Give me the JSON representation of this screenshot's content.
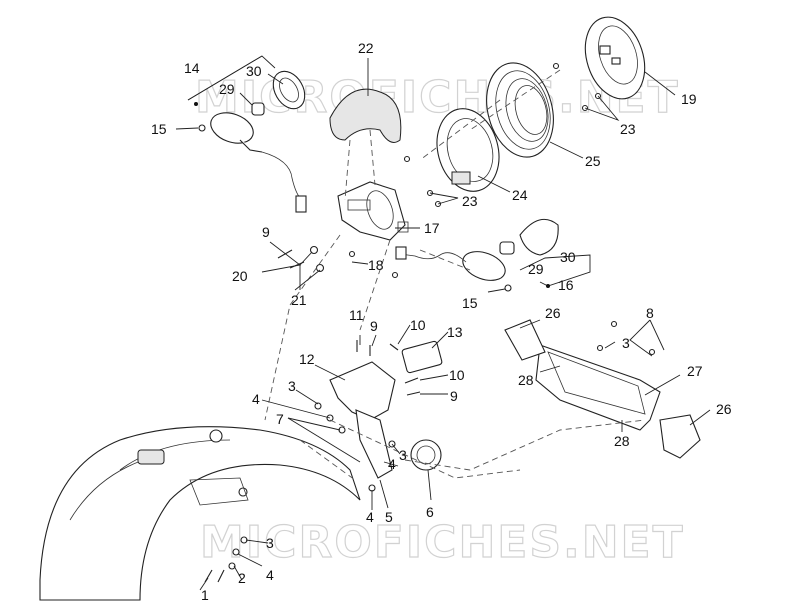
{
  "watermark": {
    "top": "MICROFICHES.NET",
    "bottom": "MICROFICHES.NET"
  },
  "callouts": [
    {
      "id": "c14a",
      "text": "14"
    },
    {
      "id": "c30a",
      "text": "30"
    },
    {
      "id": "c29a",
      "text": "29"
    },
    {
      "id": "c22",
      "text": "22"
    },
    {
      "id": "c15a",
      "text": "15"
    },
    {
      "id": "c19",
      "text": "19"
    },
    {
      "id": "c23a",
      "text": "23"
    },
    {
      "id": "c25",
      "text": "25"
    },
    {
      "id": "c24",
      "text": "24"
    },
    {
      "id": "c23b",
      "text": "23"
    },
    {
      "id": "c17",
      "text": "17"
    },
    {
      "id": "c9a",
      "text": "9"
    },
    {
      "id": "c20",
      "text": "20"
    },
    {
      "id": "c21",
      "text": "21"
    },
    {
      "id": "c18",
      "text": "18"
    },
    {
      "id": "c29b",
      "text": "29"
    },
    {
      "id": "c30b",
      "text": "30"
    },
    {
      "id": "c16",
      "text": "16"
    },
    {
      "id": "c15b",
      "text": "15"
    },
    {
      "id": "c26a",
      "text": "26"
    },
    {
      "id": "c8",
      "text": "8"
    },
    {
      "id": "c3a",
      "text": "3"
    },
    {
      "id": "c27",
      "text": "27"
    },
    {
      "id": "c28a",
      "text": "28"
    },
    {
      "id": "c28b",
      "text": "28"
    },
    {
      "id": "c26b",
      "text": "26"
    },
    {
      "id": "c11",
      "text": "11"
    },
    {
      "id": "c9b",
      "text": "9"
    },
    {
      "id": "c10a",
      "text": "10"
    },
    {
      "id": "c13",
      "text": "13"
    },
    {
      "id": "c12",
      "text": "12"
    },
    {
      "id": "c10b",
      "text": "10"
    },
    {
      "id": "c3b",
      "text": "3"
    },
    {
      "id": "c9c",
      "text": "9"
    },
    {
      "id": "c4a",
      "text": "4"
    },
    {
      "id": "c7",
      "text": "7"
    },
    {
      "id": "c3c",
      "text": "3"
    },
    {
      "id": "c4b",
      "text": "4"
    },
    {
      "id": "c6",
      "text": "6"
    },
    {
      "id": "c4c",
      "text": "4"
    },
    {
      "id": "c5",
      "text": "5"
    },
    {
      "id": "c3d",
      "text": "3"
    },
    {
      "id": "c4d",
      "text": "4"
    },
    {
      "id": "c1",
      "text": "1"
    },
    {
      "id": "c2",
      "text": "2"
    }
  ]
}
